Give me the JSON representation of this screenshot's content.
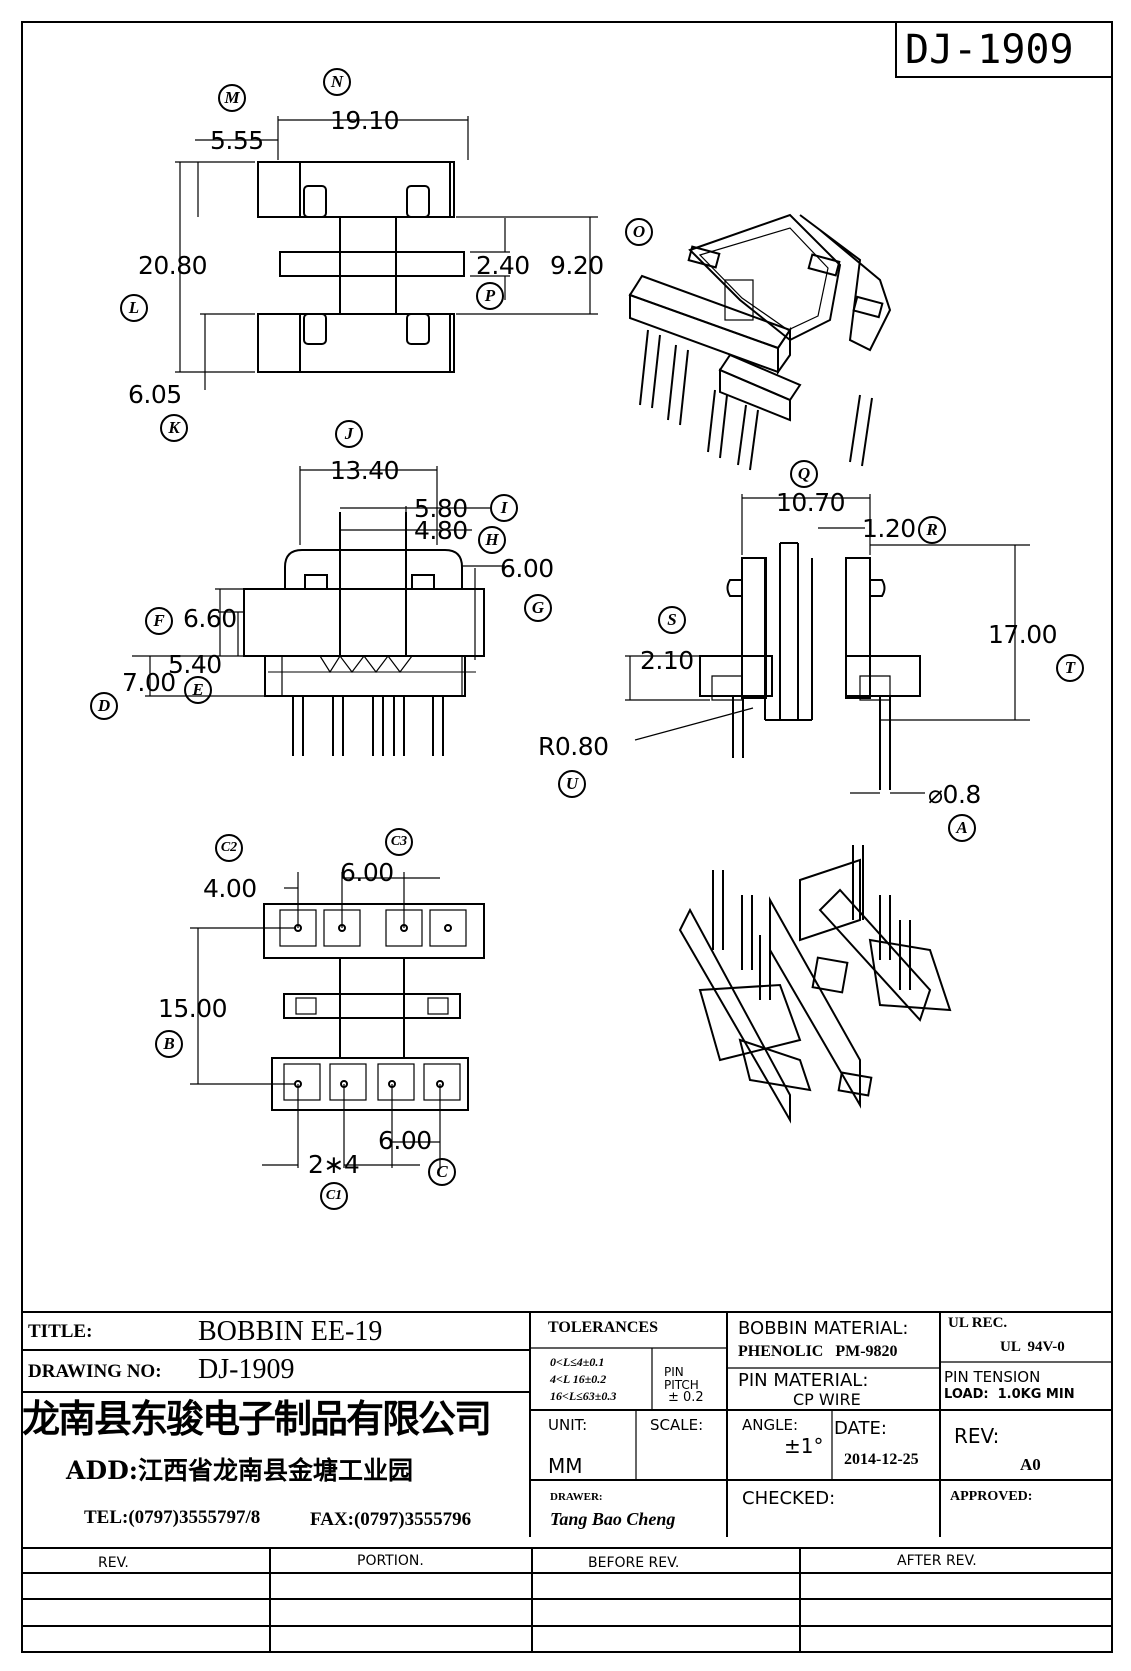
{
  "drawing_id": "DJ-1909",
  "views": {
    "top": {
      "dims": [
        "19.10",
        "5.55",
        "20.80",
        "2.40",
        "9.20",
        "6.05"
      ],
      "markers": [
        "M",
        "N",
        "O",
        "L",
        "P",
        "K"
      ]
    },
    "front": {
      "dims": [
        "13.40",
        "5.80",
        "4.80",
        "6.00",
        "6.60",
        "5.40",
        "7.00"
      ],
      "markers": [
        "J",
        "I",
        "H",
        "G",
        "F",
        "E",
        "D"
      ]
    },
    "side": {
      "dims": [
        "10.70",
        "1.20",
        "17.00",
        "2.10",
        "R0.80",
        "⌀0.8"
      ],
      "markers": [
        "Q",
        "R",
        "T",
        "S",
        "U",
        "A"
      ]
    },
    "bottom": {
      "dims": [
        "4.00",
        "6.00",
        "15.00",
        "6.00",
        "2∗4"
      ],
      "markers": [
        "C2",
        "C3",
        "B",
        "C",
        "C1"
      ]
    }
  },
  "title_block": {
    "title_label": "TITLE:",
    "title_value": "BOBBIN EE-19",
    "drawing_no_label": "DRAWING NO:",
    "drawing_no_value": "DJ-1909",
    "company": "龙南县东骏电子制品有限公司",
    "address": "ADD:江西省龙南县金塘工业园",
    "tel": "TEL:(0797)3555797/8",
    "fax": "FAX:(0797)3555796",
    "tolerances_label": "TOLERANCES",
    "tol_lines": [
      "0<L≤4±0.1",
      "4<L  16±0.2",
      "16<L≤63±0.3"
    ],
    "pin_pitch_label": "PIN\nPITCH",
    "pin_pitch_value": "± 0.2",
    "bobbin_material_label": "BOBBIN MATERIAL:",
    "bobbin_material_value": "PHENOLIC   PM-9820",
    "pin_material_label": "PIN MATERIAL:",
    "pin_material_value": "CP WIRE",
    "ul_rec_label": "UL REC.",
    "ul_rec_value": "UL  94V-0",
    "pin_tension_label": "PIN TENSION",
    "pin_tension_value": "LOAD:  1.0KG MIN",
    "unit_label": "UNIT:",
    "unit_value": "MM",
    "scale_label": "SCALE:",
    "angle_label": "ANGLE:",
    "angle_value": "±1°",
    "date_label": "DATE:",
    "date_value": "2014-12-25",
    "rev_label": "REV:",
    "rev_value": "A0",
    "drawer_label": "DRAWER:",
    "drawer_value": "Tang Bao Cheng",
    "checked_label": "CHECKED:",
    "approved_label": "APPROVED:"
  },
  "revision_table": {
    "headers": [
      "REV.",
      "PORTION.",
      "BEFORE REV.",
      "AFTER REV."
    ]
  }
}
